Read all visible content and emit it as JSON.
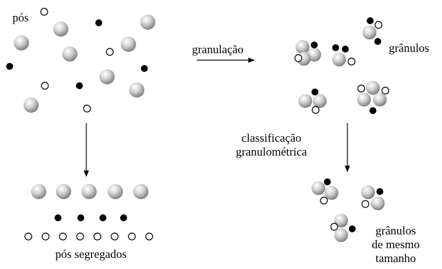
{
  "labels": {
    "powders": "pós",
    "granulation": "granulação",
    "granules": "grânulos",
    "classification_line1": "classificação",
    "classification_line2": "granulométrica",
    "segregated_powders": "pós segregados",
    "same_size_line1": "grânulos",
    "same_size_line2": "de mesmo",
    "same_size_line3": "tamanho"
  },
  "legend": {
    "large_gray": "sphere-gray",
    "small_black": "dot-black",
    "small_white": "dot-white"
  },
  "colors": {
    "sphere_fill": "#d6d6d6",
    "sphere_highlight": "#ffffff",
    "sphere_shadow": "#7a7a7a",
    "black_dot": "#000000",
    "white_dot": "#ffffff",
    "stroke": "#000000"
  }
}
